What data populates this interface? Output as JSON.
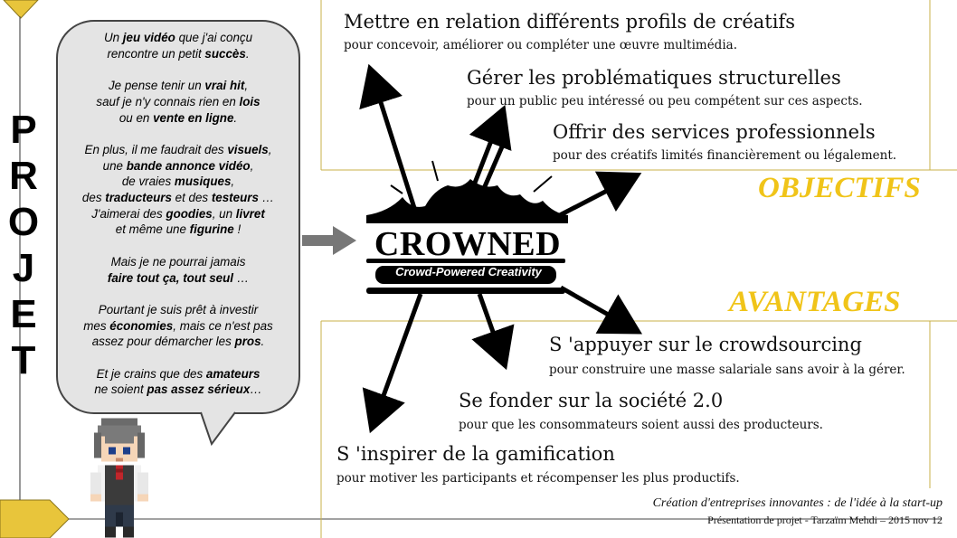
{
  "projet": {
    "letters": [
      "P",
      "R",
      "O",
      "J",
      "E",
      "T"
    ]
  },
  "bubble": {
    "paragraphs": [
      [
        [
          "Un ",
          false
        ],
        [
          "jeu vidéo",
          true
        ],
        [
          " que j'ai conçu",
          false
        ],
        [
          "\n",
          false
        ],
        [
          "rencontre un petit ",
          false
        ],
        [
          "succès",
          true
        ],
        [
          ".",
          false
        ]
      ],
      [
        [
          "Je pense tenir un ",
          false
        ],
        [
          "vrai hit",
          true
        ],
        [
          ",",
          false
        ],
        [
          "\n",
          false
        ],
        [
          "sauf je n'y connais rien en ",
          false
        ],
        [
          "lois",
          true
        ],
        [
          "\n",
          false
        ],
        [
          "ou en ",
          false
        ],
        [
          "vente en ligne",
          true
        ],
        [
          ".",
          false
        ]
      ],
      [
        [
          "En plus, il me faudrait des ",
          false
        ],
        [
          "visuels",
          true
        ],
        [
          ",",
          false
        ],
        [
          "\n",
          false
        ],
        [
          "une ",
          false
        ],
        [
          "bande annonce vidéo",
          true
        ],
        [
          ",",
          false
        ],
        [
          "\n",
          false
        ],
        [
          "de vraies ",
          false
        ],
        [
          "musiques",
          true
        ],
        [
          ",",
          false
        ],
        [
          "\n",
          false
        ],
        [
          "des ",
          false
        ],
        [
          "traducteurs",
          true
        ],
        [
          " et des ",
          false
        ],
        [
          "testeurs",
          true
        ],
        [
          " …",
          false
        ],
        [
          "\n",
          false
        ],
        [
          "J'aimerai des ",
          false
        ],
        [
          "goodies",
          true
        ],
        [
          ", un ",
          false
        ],
        [
          "livret",
          true
        ],
        [
          "\n",
          false
        ],
        [
          "et même une ",
          false
        ],
        [
          "figurine",
          true
        ],
        [
          " !",
          false
        ]
      ],
      [
        [
          "Mais je ne pourrai jamais",
          false
        ],
        [
          "\n",
          false
        ],
        [
          "faire tout ça, tout seul",
          true
        ],
        [
          " …",
          false
        ]
      ],
      [
        [
          "Pourtant je suis prêt à investir",
          false
        ],
        [
          "\n",
          false
        ],
        [
          "mes ",
          false
        ],
        [
          "économies",
          true
        ],
        [
          ", mais ce n'est pas",
          false
        ],
        [
          "\n",
          false
        ],
        [
          "assez pour démarcher les ",
          false
        ],
        [
          "pros",
          true
        ],
        [
          ".",
          false
        ]
      ],
      [
        [
          "Et je crains que des ",
          false
        ],
        [
          "amateurs",
          true
        ],
        [
          "\n",
          false
        ],
        [
          "ne soient ",
          false
        ],
        [
          "pas assez sérieux",
          true
        ],
        [
          "…",
          false
        ]
      ]
    ]
  },
  "logo": {
    "title": "CROWNED",
    "subtitle": "Crowd-Powered Creativity"
  },
  "objectifs": {
    "label": "OBJECTIFS",
    "items": [
      {
        "heading": "Mettre en relation différents profils de créatifs",
        "detail": "pour concevoir, améliorer ou compléter une œuvre multimédia."
      },
      {
        "heading": "Gérer les problématiques structurelles",
        "detail": "pour un public peu intéressé ou peu compétent sur ces aspects."
      },
      {
        "heading": "Offrir des services professionnels",
        "detail": "pour des créatifs limités financièrement ou légalement."
      }
    ]
  },
  "avantages": {
    "label": "AVANTAGES",
    "items": [
      {
        "heading": "S 'appuyer sur le crowdsourcing",
        "detail": "pour construire une masse salariale sans avoir à la gérer."
      },
      {
        "heading": "Se fonder sur la société 2.0",
        "detail": "pour que les consommateurs soient aussi des producteurs."
      },
      {
        "heading": "S 'inspirer de la gamification",
        "detail": "pour motiver les participants et récompenser les plus productifs."
      }
    ]
  },
  "footer": {
    "line1": "Création d'entreprises innovantes : de l'idée à la start-up",
    "line2": "Présentation de projet - Tarzaïm Mehdi – 2015 nov 12"
  },
  "colors": {
    "accent": "#f0c419",
    "border_gold": "#c9b24a",
    "ink": "#111111"
  }
}
